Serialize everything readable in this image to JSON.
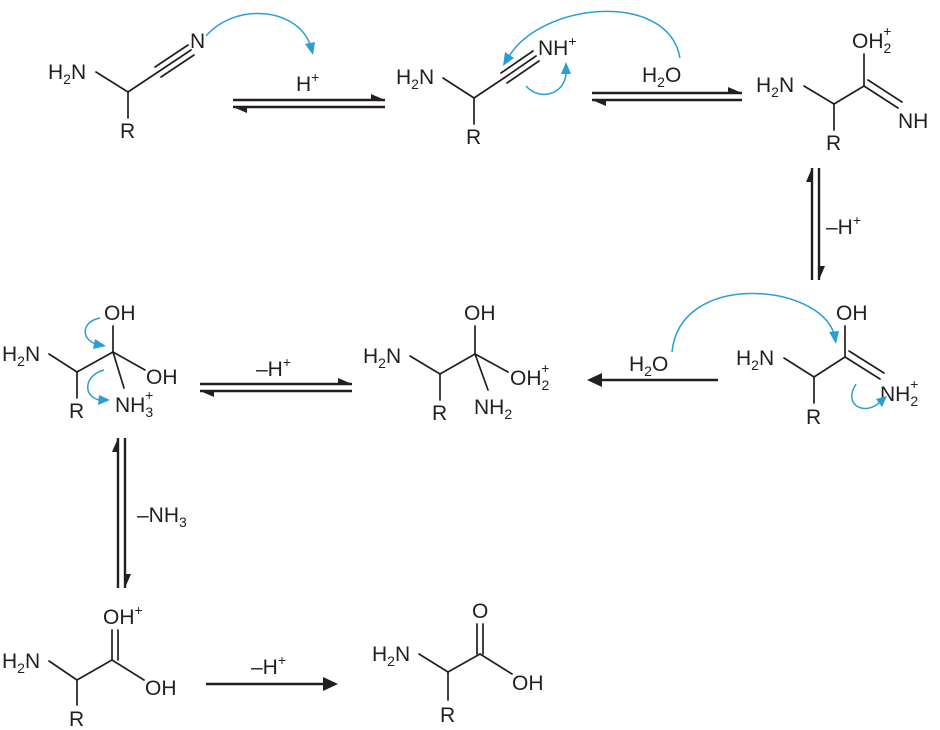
{
  "conditions": {
    "protonation": "H+",
    "water_1": "H2O",
    "deprotonation_1": "–H+",
    "water_2": "H2O",
    "deprotonation_2": "–H+",
    "ammonia_loss": "–NH3",
    "deprotonation_3": "–H+"
  },
  "atom_labels": {
    "amine": "H2N",
    "side_chain": "R",
    "nitrile_n": "N",
    "nitrilium": "NH+",
    "oxonium": "OH2+",
    "imine": "NH",
    "hydroxyl": "OH",
    "iminium": "NH2+",
    "amino": "NH2",
    "ammonium": "NH3+",
    "protonated_carbonyl": "OH+",
    "carbonyl_o": "O"
  },
  "colors": {
    "ink": "#231f20",
    "curly_arrow": "#2a9fd6"
  }
}
